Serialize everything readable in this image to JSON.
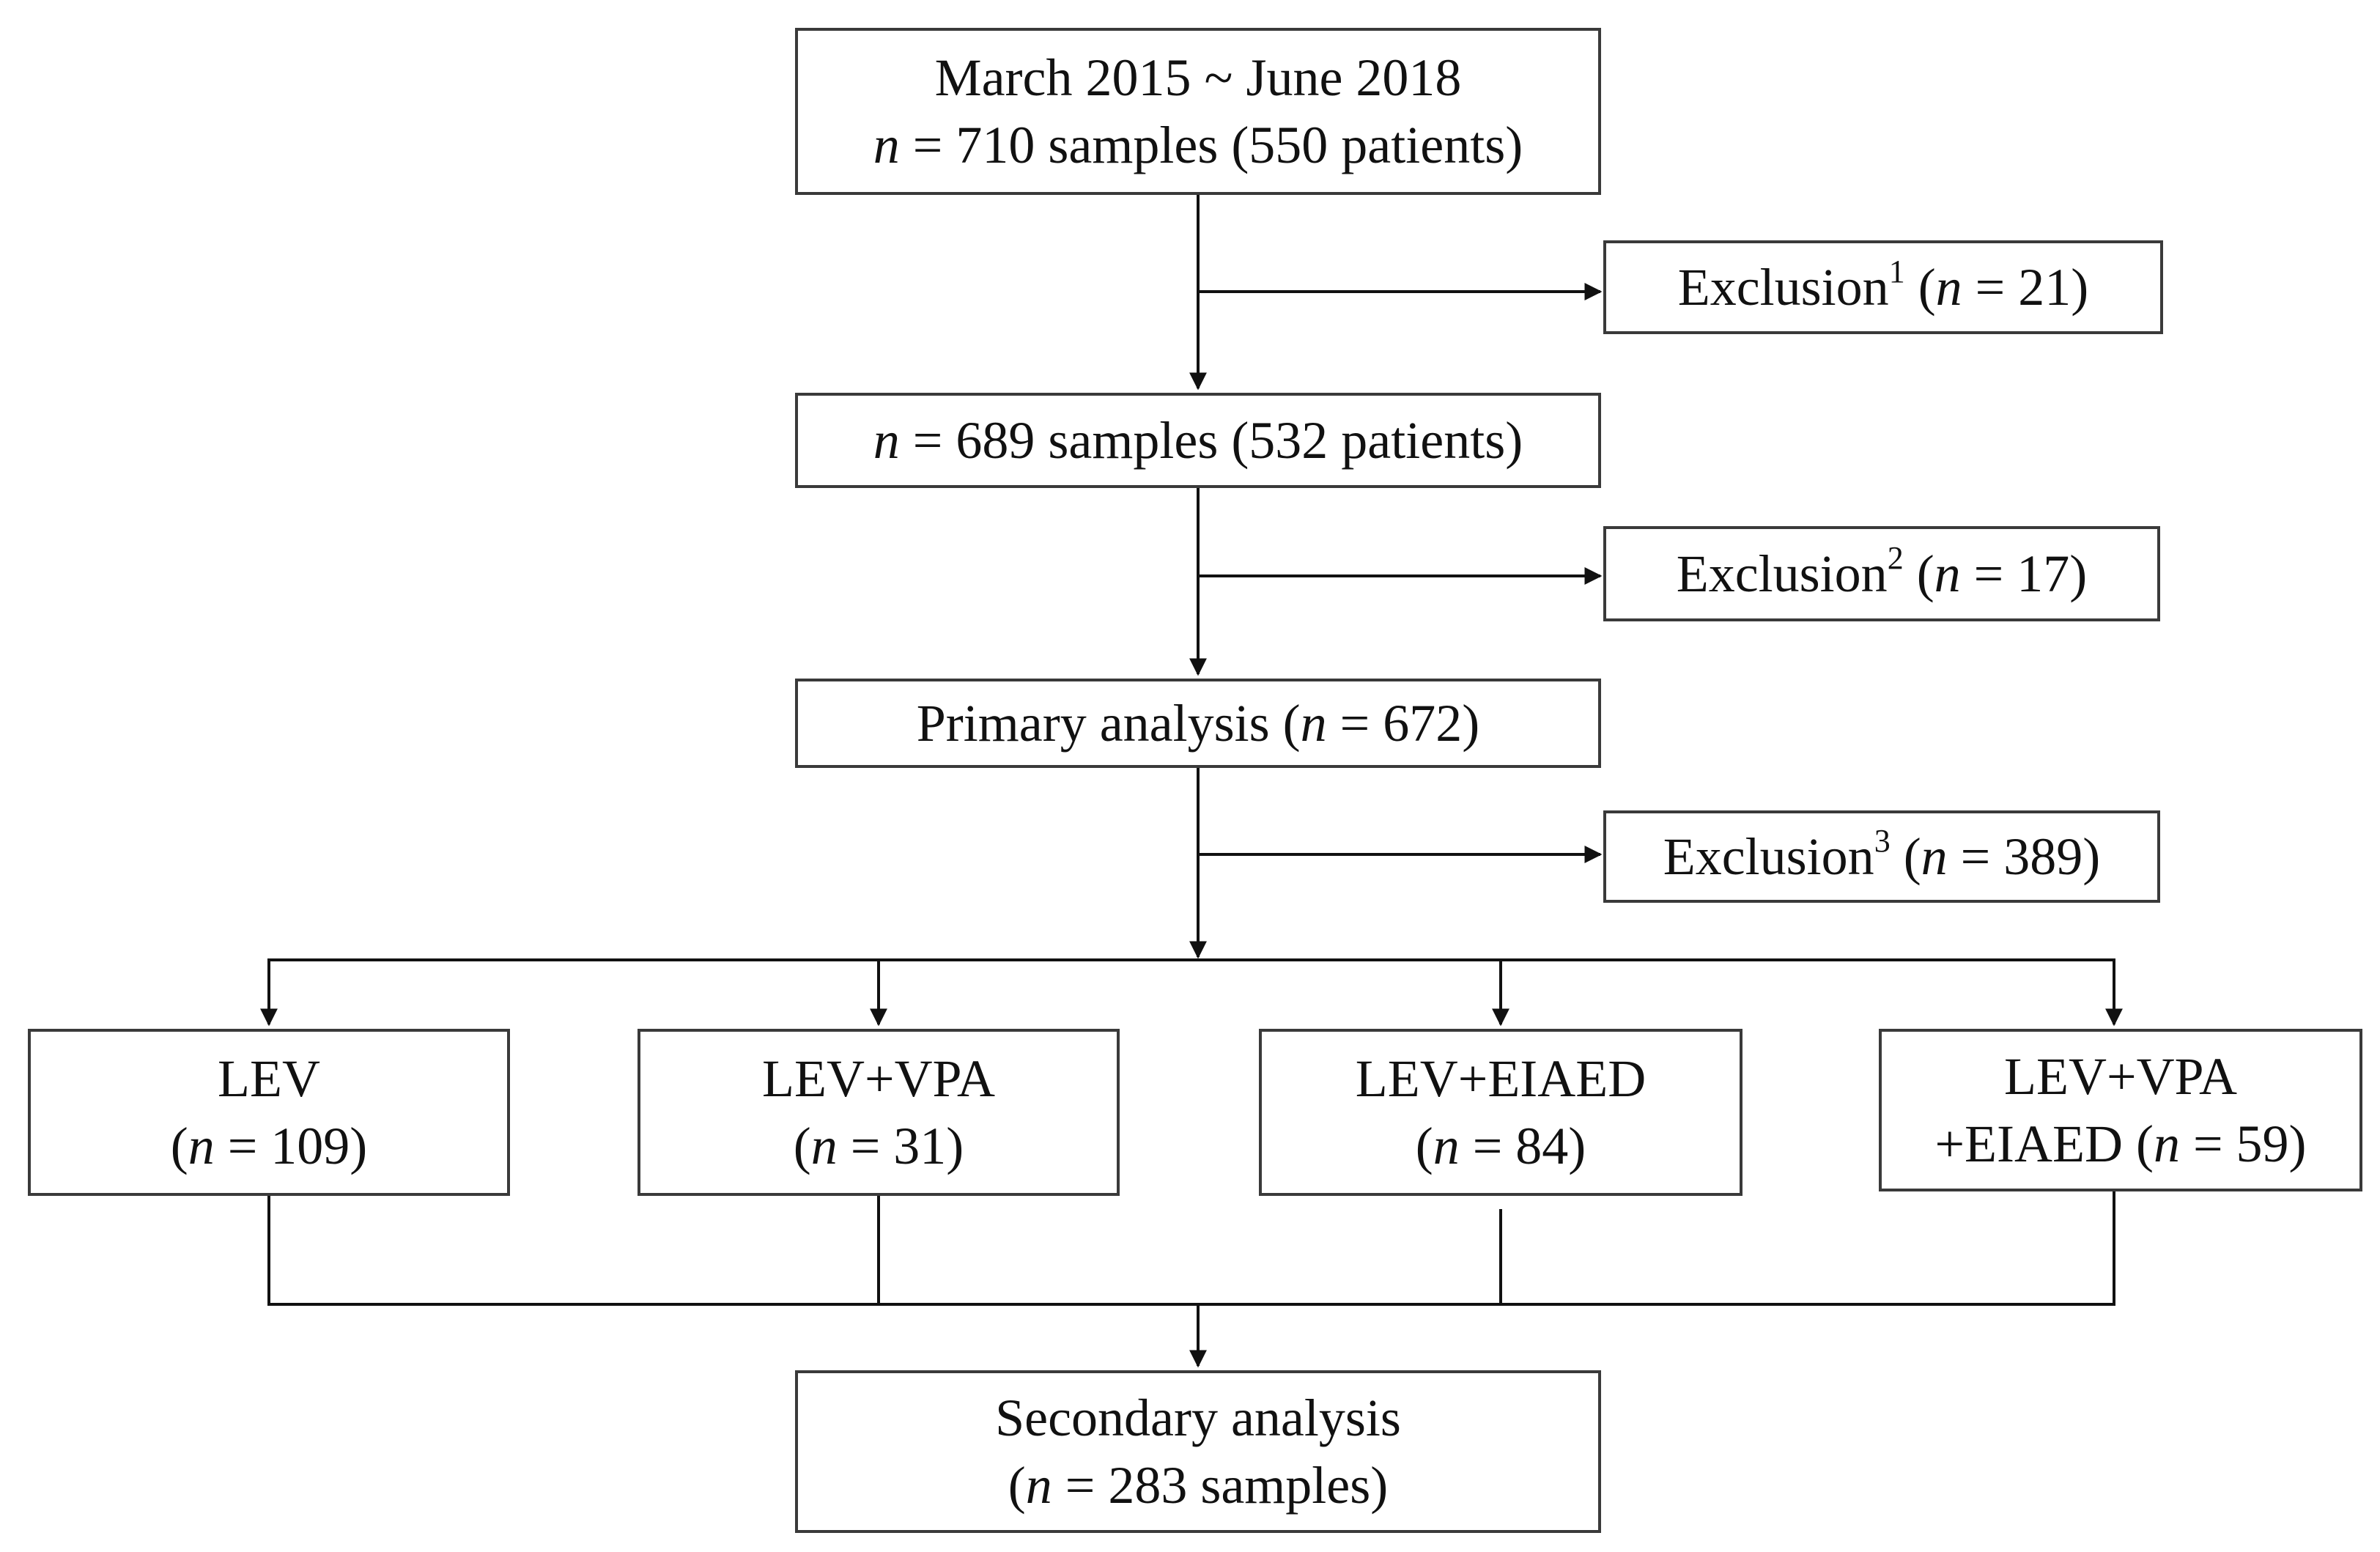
{
  "flowchart": {
    "start": {
      "line1": "March 2015 ~ June 2018",
      "n_symbol": "n",
      "line2_rest": " = 710 samples (550 patients)"
    },
    "exclusion1": {
      "label": "Exclusion",
      "sup": "1",
      "open_paren": " (",
      "n_symbol": "n",
      "rest": " = 21)"
    },
    "after_exclusion1": {
      "n_symbol": "n",
      "rest": " = 689 samples (532 patients)"
    },
    "exclusion2": {
      "label": "Exclusion",
      "sup": "2",
      "open_paren": " (",
      "n_symbol": "n",
      "rest": " = 17)"
    },
    "primary": {
      "label": "Primary analysis (",
      "n_symbol": "n",
      "rest": " = 672)"
    },
    "exclusion3": {
      "label": "Exclusion",
      "sup": "3",
      "open_paren": " (",
      "n_symbol": "n",
      "rest": " = 389)"
    },
    "groups": [
      {
        "line1": "LEV",
        "open": "(",
        "n_symbol": "n",
        "rest": " = 109)"
      },
      {
        "line1": "LEV+VPA",
        "open": "(",
        "n_symbol": "n",
        "rest": " = 31)"
      },
      {
        "line1": "LEV+EIAED",
        "open": "(",
        "n_symbol": "n",
        "rest": " = 84)"
      },
      {
        "line1": "LEV+VPA",
        "line2_prefix": "+EIAED (",
        "n_symbol": "n",
        "rest": " = 59)"
      }
    ],
    "secondary": {
      "line1": "Secondary analysis",
      "open": "(",
      "n_symbol": "n",
      "rest": " = 283 samples)"
    }
  }
}
